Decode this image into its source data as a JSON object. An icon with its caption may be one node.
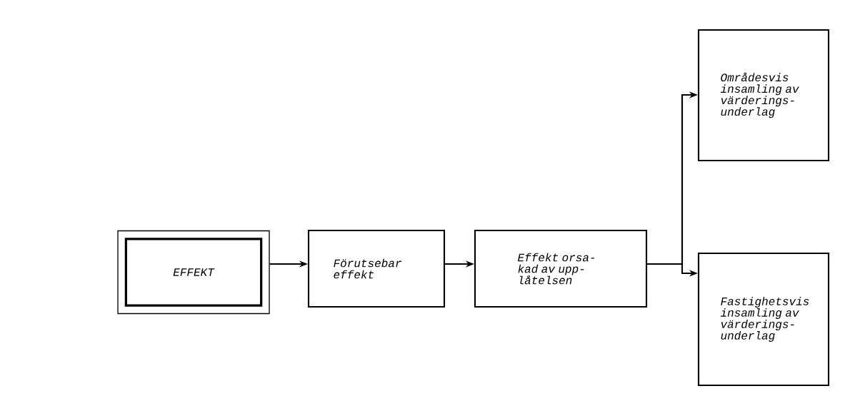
{
  "diagram": {
    "nodes": [
      {
        "text": [
          "EFFEKT"
        ]
      },
      {
        "text": [
          "Förutsebar effekt"
        ]
      },
      {
        "text": [
          "Effekt orsa- kad av upp- låtelsen"
        ]
      },
      {
        "text": [
          "Områdesvis insamling av värderings- underlag"
        ]
      },
      {
        "text": [
          "Fastighetsvis insamling av värderings- underlag"
        ]
      }
    ],
    "edges": [
      {
        "from": 0,
        "to": 1,
        "arrow": "to"
      },
      {
        "from": 1,
        "to": 2,
        "arrow": "to"
      },
      {
        "from": 2,
        "to": 3,
        "arrow": "to"
      },
      {
        "from": 2,
        "to": 4,
        "arrow": "to"
      }
    ]
  }
}
